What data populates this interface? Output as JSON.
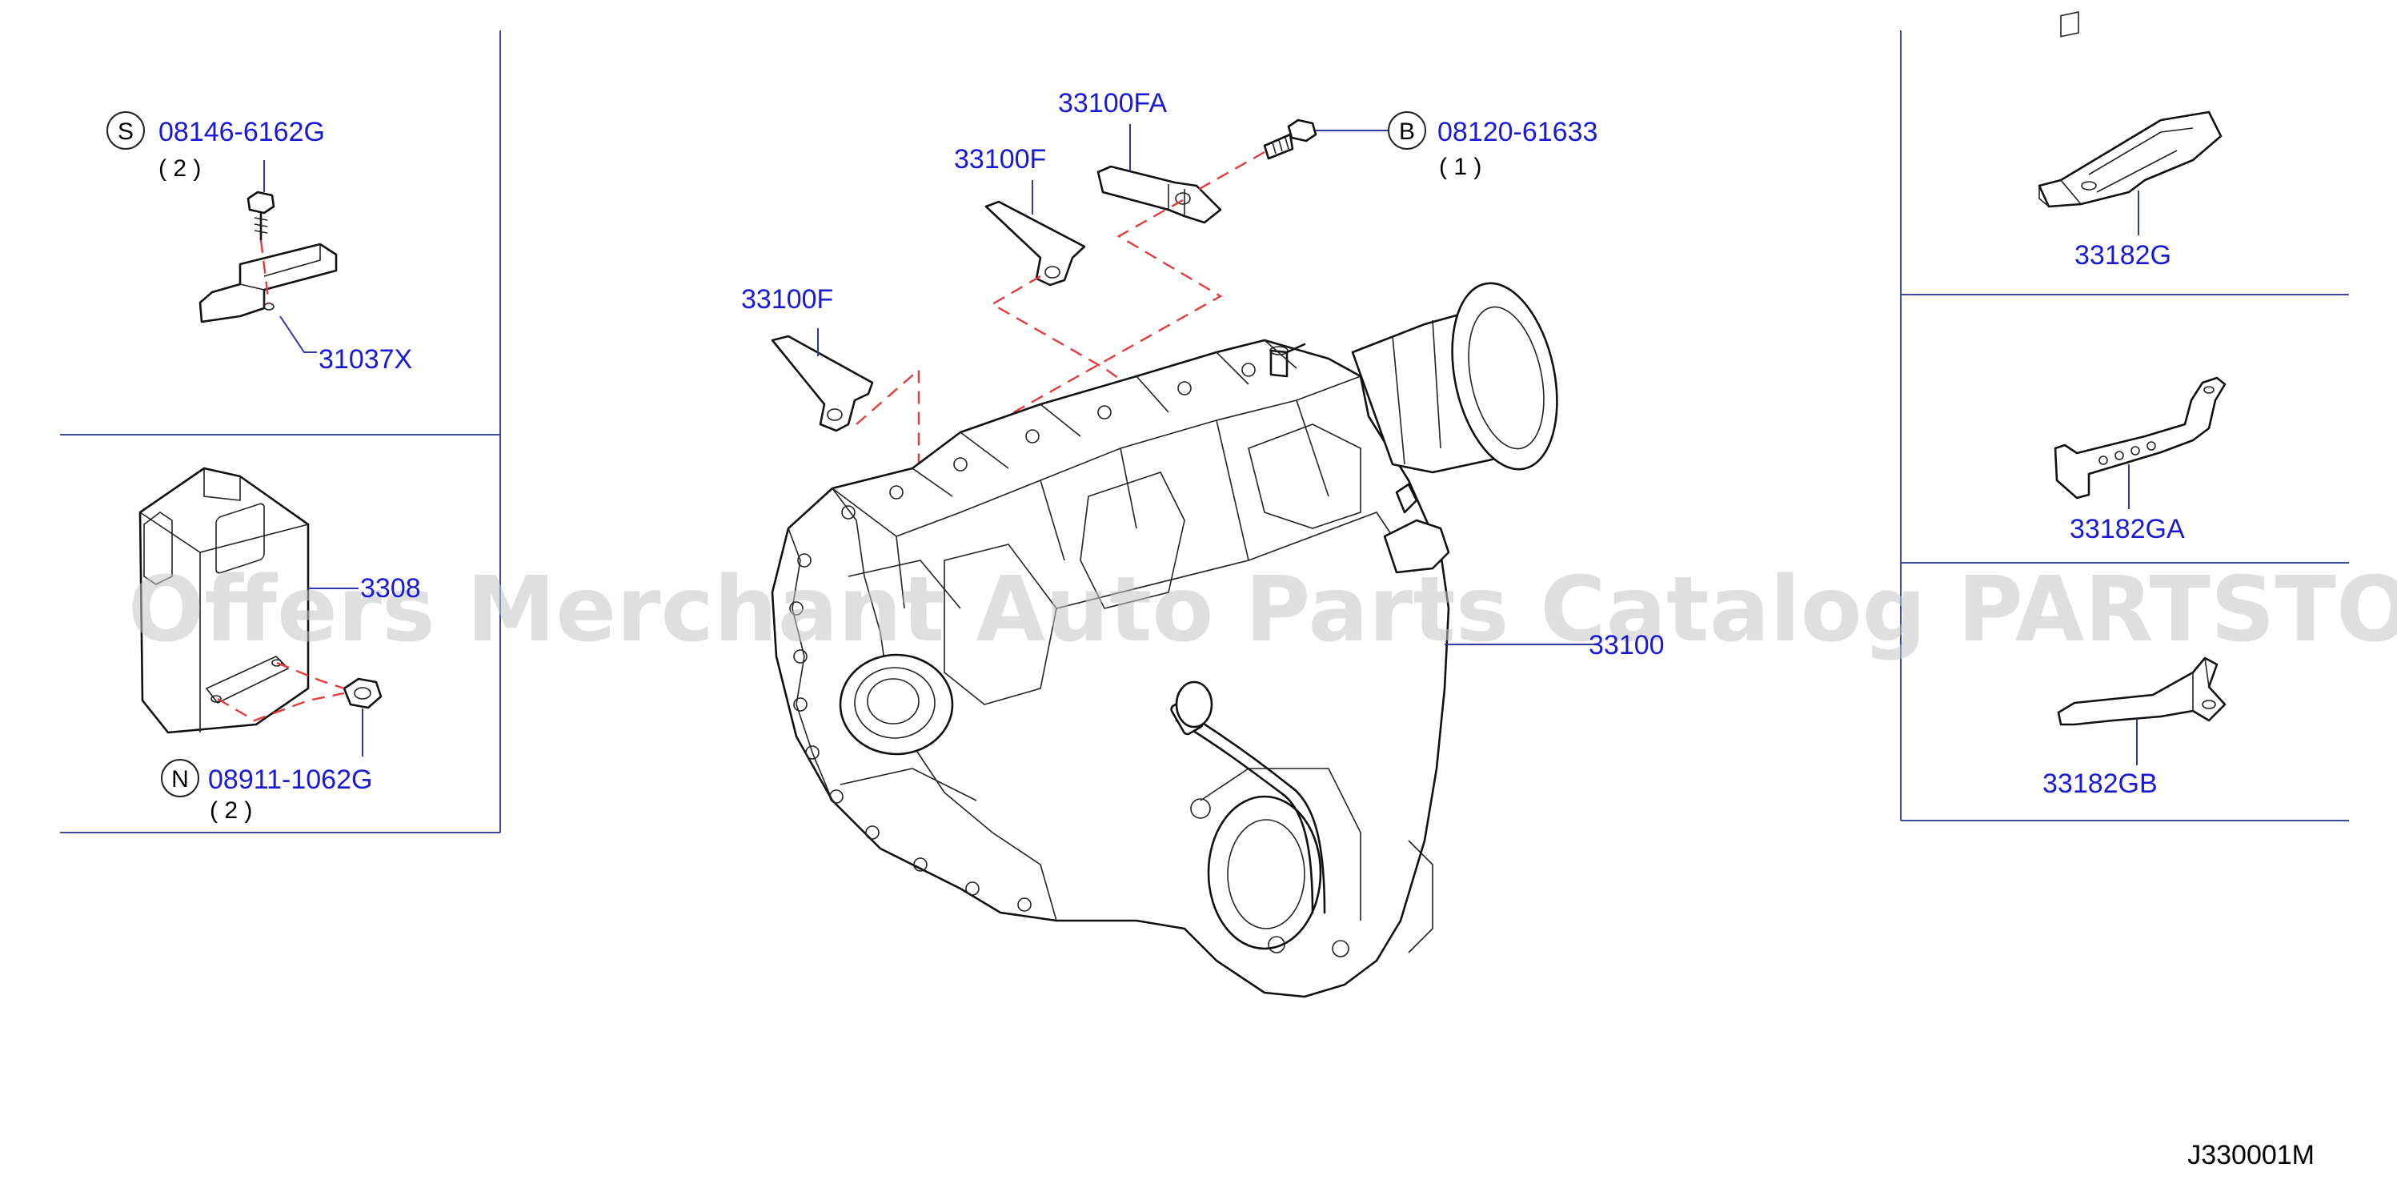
{
  "labels": {
    "p1_no": "08146-6162G",
    "p1_qty": "( 2 )",
    "p1_sym": "S",
    "p2_no": "31037X",
    "p3_no": "3308",
    "p4_no": "08911-1062G",
    "p4_qty": "( 2 )",
    "p4_sym": "N",
    "p5_no": "33100F",
    "p6_no": "33100F",
    "p7_no": "33100FA",
    "p8_no": "08120-61633",
    "p8_qty": "( 1 )",
    "p8_sym": "B",
    "p9_no": "33100",
    "p10_no": "33182G",
    "p11_no": "33182GA",
    "p12_no": "33182GB"
  },
  "diagram_code": "J330001M",
  "watermark": "Offers Merchant Auto Parts Catalog PARTSTORE.SA",
  "colors": {
    "label": "#1a1ad6",
    "leader": "#2a3aa8",
    "dashed_link": "#e53b3b",
    "frame": "#3a4aa0",
    "watermark": "#c4c4c4"
  }
}
